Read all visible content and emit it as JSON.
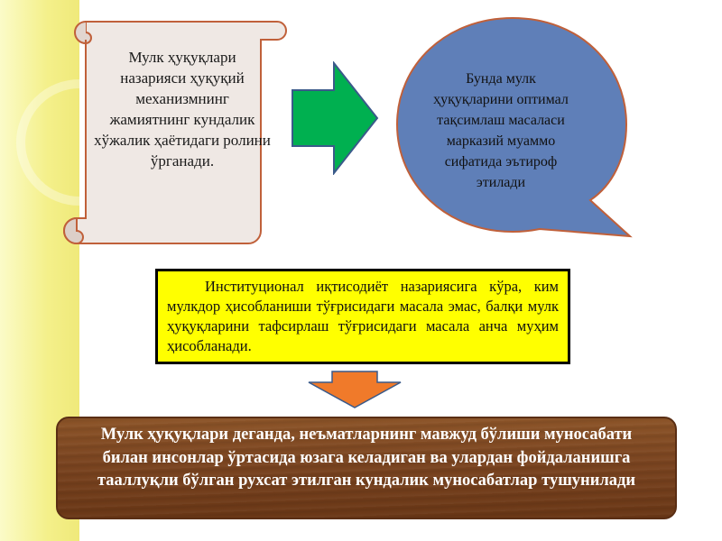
{
  "scroll": {
    "text": "Мулк ҳуқуқлари назарияси ҳуқуқий механизмнинг жамиятнинг кундалик хўжалик ҳаётидаги ролини ўрганади."
  },
  "oval": {
    "text": "Бунда мулк ҳуқуқларини оптимал тақсимлаш масаласи марказий муаммо сифатида эътироф этилади"
  },
  "yellow_box": {
    "text": "Институционал иқтисодиёт назариясига кўра, ким мулкдор ҳисобланиши тўғрисидаги масала эмас, балқи мулк ҳуқуқларини тафсирлаш тўғрисидаги масала анча муҳим ҳисобланади."
  },
  "wood_box": {
    "text": "Мулк ҳуқуқлари деганда, неъматларнинг мавжуд бўлиши муносабати билан инсонлар ўртасида юзага келадиган ва улардан фойдаланишга тааллуқли бўлган рухсат этилган кундалик муносабатлар тушунилади"
  },
  "colors": {
    "scroll_fill": "#efe8e4",
    "scroll_border": "#c0603a",
    "arrow_green": "#00b050",
    "oval_fill": "#5f7fb8",
    "oval_border": "#c0603a",
    "yellow_fill": "#ffff00",
    "orange_arrow": "#f07a2a",
    "wood": "#7a4420"
  }
}
